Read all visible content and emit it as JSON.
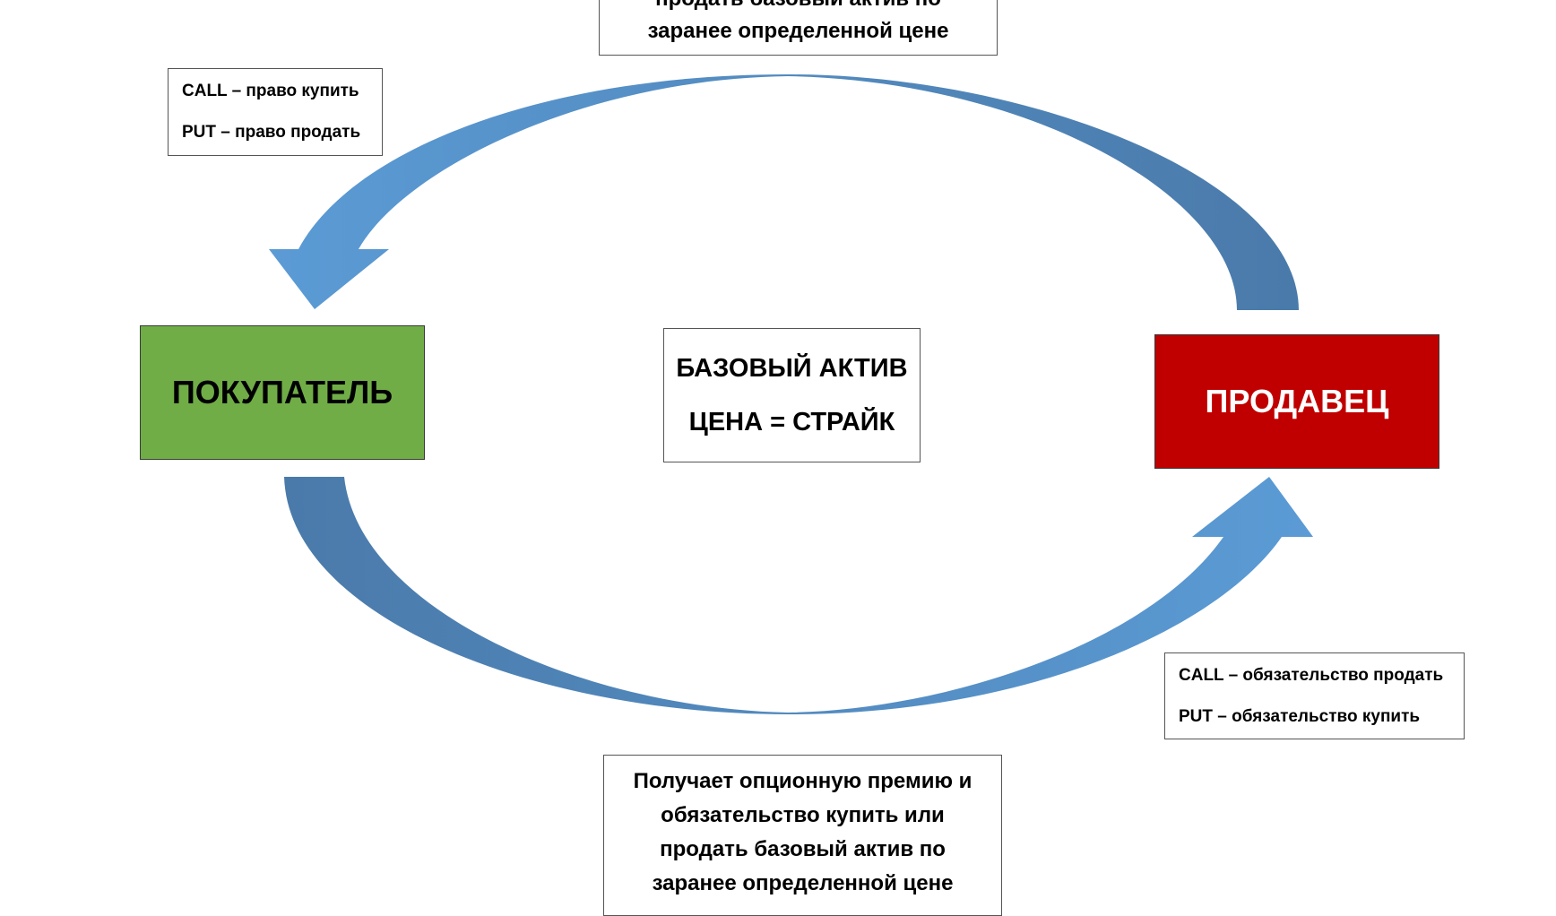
{
  "top_box": {
    "lines": [
      "продать базовый актив по",
      "заранее определенной цене"
    ]
  },
  "buyer_rights": {
    "call": "CALL – право купить",
    "put": "PUT – право продать"
  },
  "buyer": {
    "label": "ПОКУПАТЕЛЬ",
    "color": "#70ad47"
  },
  "asset": {
    "line1": "БАЗОВЫЙ АКТИВ",
    "line2": "ЦЕНА = СТРАЙК"
  },
  "seller": {
    "label": "ПРОДАВЕЦ",
    "color": "#c00000"
  },
  "seller_obligations": {
    "call": "CALL – обязательство продать",
    "put": "PUT – обязательство купить"
  },
  "bottom_box": {
    "lines": [
      "Получает опционную премию и",
      "обязательство купить или",
      "продать базовый актив по",
      "заранее определенной цене"
    ]
  },
  "arrow_color": "#5b9bd5"
}
